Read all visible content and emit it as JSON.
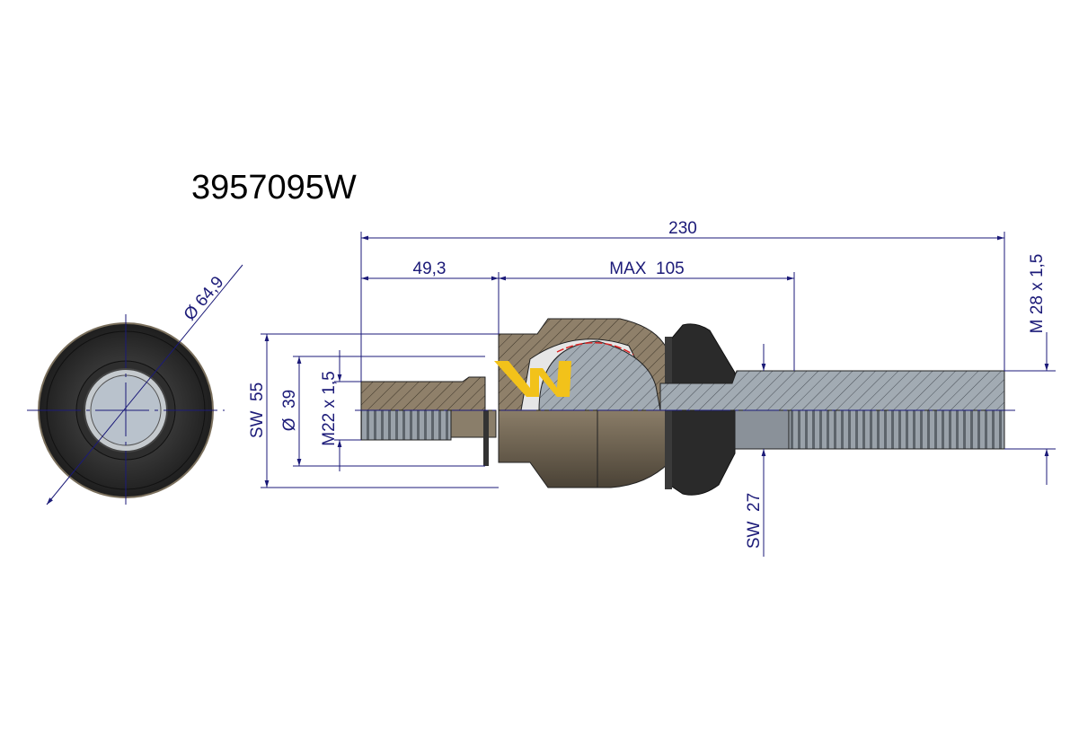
{
  "part_number": "3957095W",
  "dimensions": {
    "overall_length": "230",
    "stud_length": "49,3",
    "max_length": "MAX  105",
    "outer_thread": "M 28 x 1,5",
    "housing_wrench": "SW  55",
    "collar_diameter": "Ø  39",
    "stud_thread": "M22 x 1,5",
    "shaft_wrench": "SW  27",
    "end_view_diameter": "Ø  64,9"
  },
  "colors": {
    "dimension": "#1b1a78",
    "housing": "#8a7a62",
    "boot": "#2a2a2a",
    "shaft": "#9aa3ac",
    "logo": "#f2c21a"
  }
}
